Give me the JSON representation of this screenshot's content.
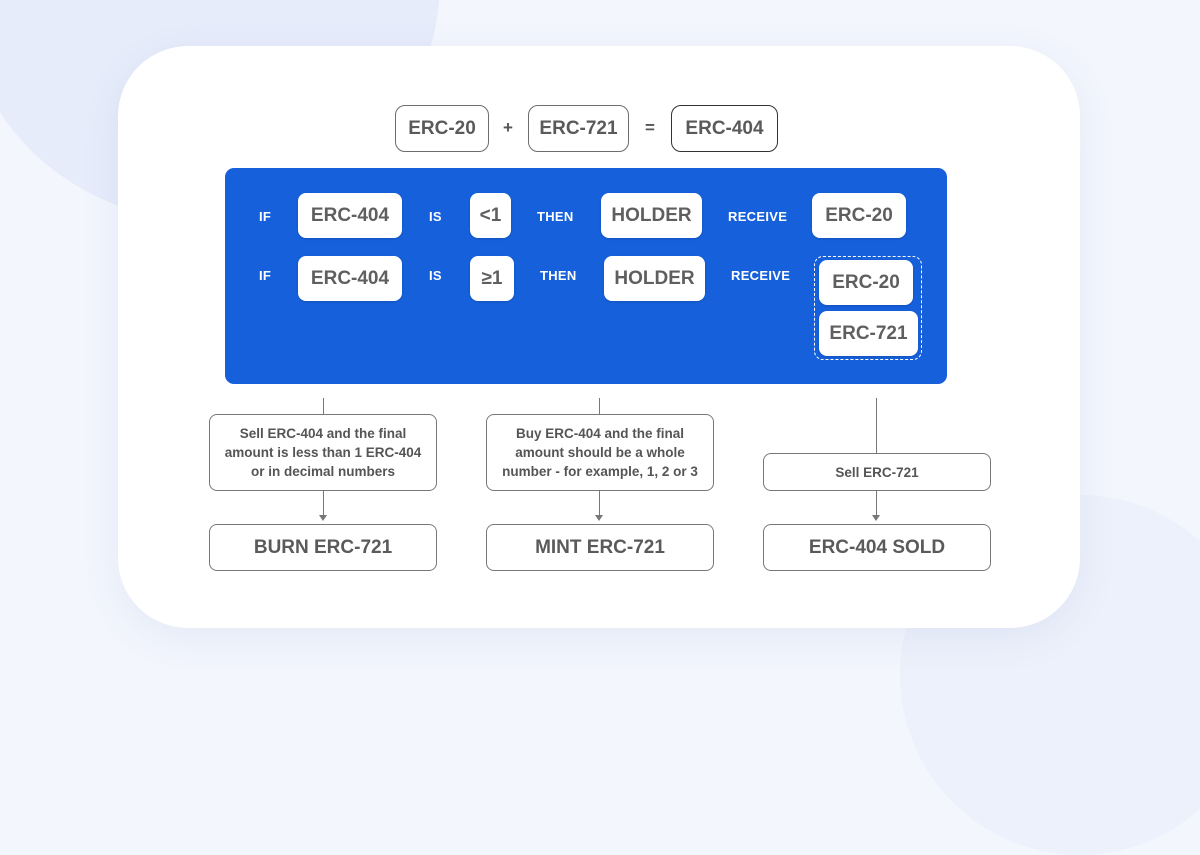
{
  "equation": {
    "token_a": "ERC-20",
    "plus": "+",
    "token_b": "ERC-721",
    "equals": "=",
    "token_result": "ERC-404"
  },
  "rule1": {
    "if": "IF",
    "subject": "ERC-404",
    "is": "IS",
    "condition": "<1",
    "then": "THEN",
    "actor": "HOLDER",
    "receive": "RECEIVE",
    "receives": [
      "ERC-20"
    ]
  },
  "rule2": {
    "if": "IF",
    "subject": "ERC-404",
    "is": "IS",
    "condition": "≥1",
    "then": "THEN",
    "actor": "HOLDER",
    "receive": "RECEIVE",
    "receives": [
      "ERC-20",
      "ERC-721"
    ]
  },
  "flows": [
    {
      "description": "Sell ERC-404 and the final amount is less than 1 ERC-404 or in decimal numbers",
      "result": "BURN ERC-721"
    },
    {
      "description": "Buy ERC-404 and the final amount should be a whole number - for example, 1, 2 or 3",
      "result": "MINT ERC-721"
    },
    {
      "description": "Sell ERC-721",
      "result": "ERC-404 SOLD"
    }
  ]
}
